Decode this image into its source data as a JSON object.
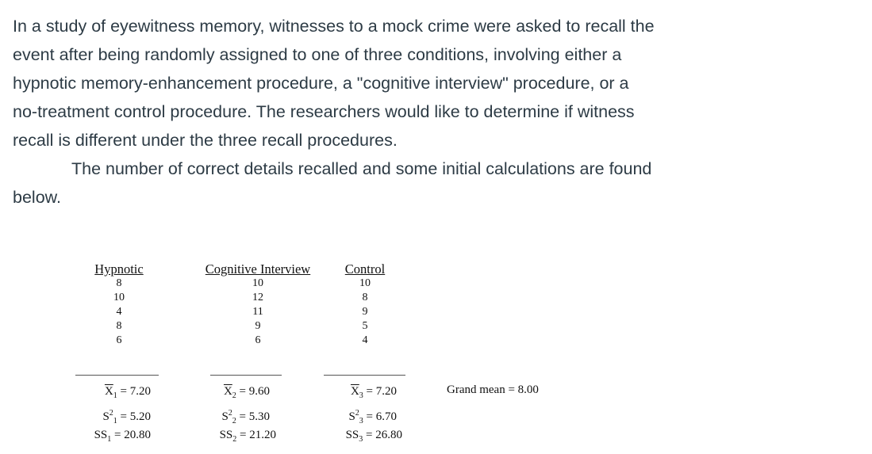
{
  "paragraph1": {
    "lines": [
      "In a study of eyewitness memory, witnesses to a mock crime were asked to recall the",
      "event after being randomly assigned to one of three conditions, involving either a",
      "hypnotic memory-enhancement procedure, a \"cognitive interview\" procedure, or a",
      "no-treatment control procedure.  The researchers would like to determine if witness",
      "recall is different under the three recall procedures."
    ]
  },
  "paragraph2": {
    "lines": [
      "The number of correct details recalled and some initial calculations are found",
      "below."
    ]
  },
  "table": {
    "groups": [
      {
        "header": "Hypnotic",
        "values": [
          "8",
          "10",
          "4",
          "8",
          "6"
        ],
        "mean_symbol": "X",
        "mean_sub": "1",
        "mean_value": "= 7.20",
        "var_symbol": "S",
        "var_sub": "1",
        "var_sup": "2",
        "var_value": "= 5.20",
        "ss_label": "SS",
        "ss_sub": "1",
        "ss_value": "= 20.80"
      },
      {
        "header": "Cognitive Interview",
        "values": [
          "10",
          "12",
          "11",
          "9",
          "6"
        ],
        "mean_symbol": "X",
        "mean_sub": "2",
        "mean_value": "= 9.60",
        "var_symbol": "S",
        "var_sub": "2",
        "var_sup": "2",
        "var_value": "= 5.30",
        "ss_label": "SS",
        "ss_sub": "2",
        "ss_value": "= 21.20"
      },
      {
        "header": "Control",
        "values": [
          "10",
          "8",
          "9",
          "5",
          "4"
        ],
        "mean_symbol": "X",
        "mean_sub": "3",
        "mean_value": " = 7.20",
        "var_symbol": "S",
        "var_sub": "3",
        "var_sup": "2",
        "var_value": " = 6.70",
        "ss_label": "SS",
        "ss_sub": "3",
        "ss_value": " = 26.80"
      }
    ],
    "grand_mean": "Grand mean = 8.00"
  }
}
